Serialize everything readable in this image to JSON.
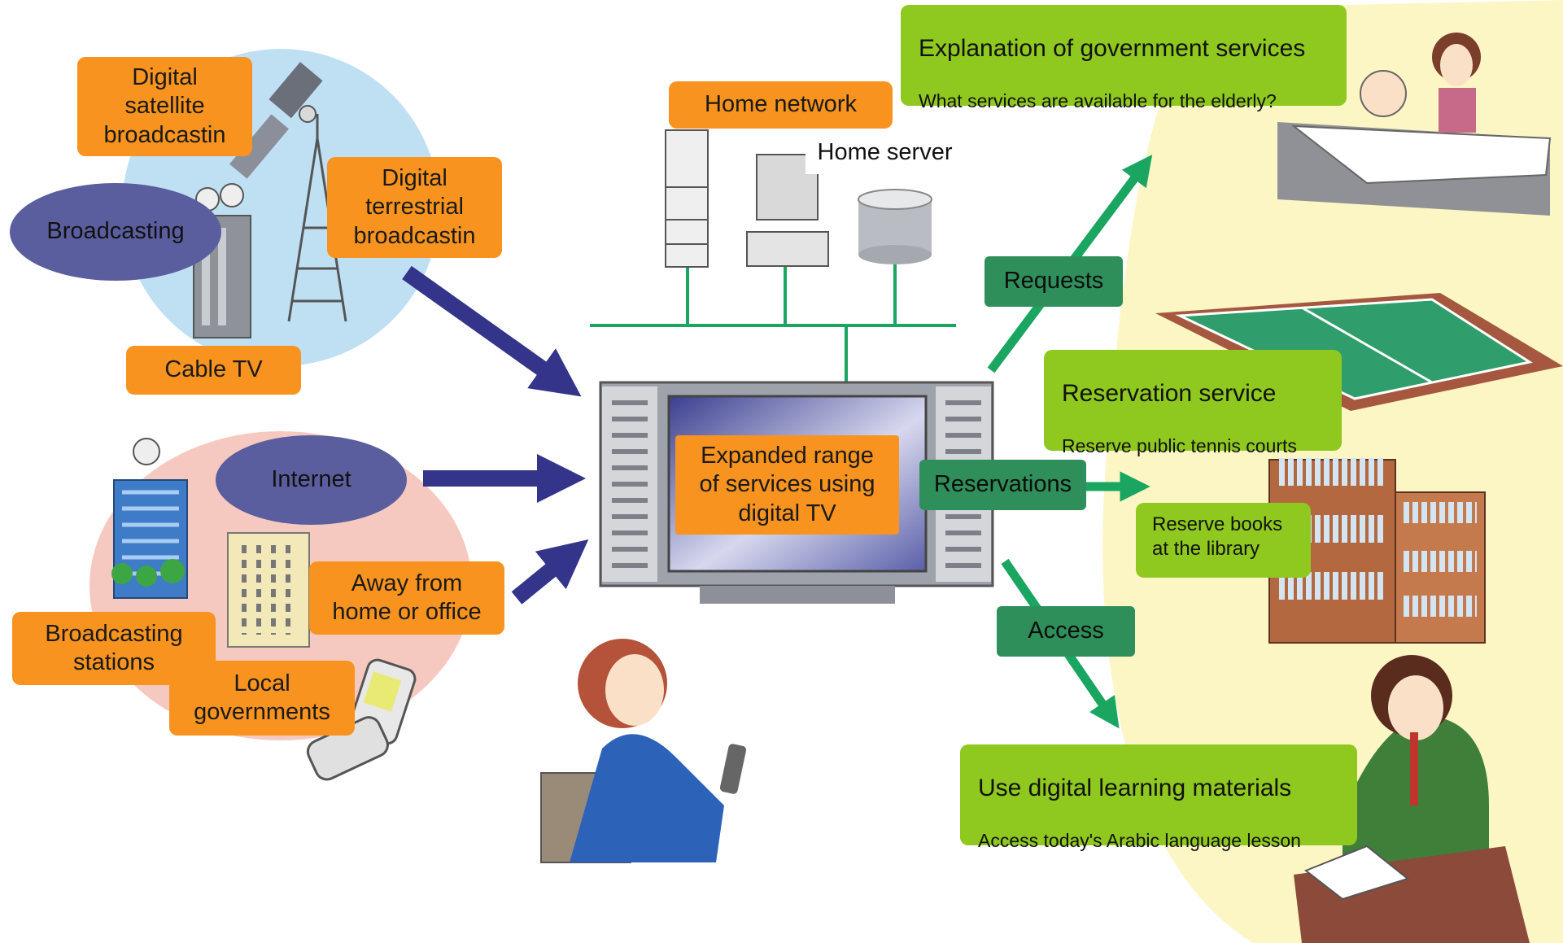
{
  "nodes": {
    "satellite": "Digital\nsatellite\nbroadcastin",
    "terrestrial": "Digital\nterrestrial\nbroadcastin",
    "broadcasting": "Broadcasting",
    "cable_tv": "Cable TV",
    "internet": "Internet",
    "away": "Away from\nhome or office",
    "broadcasting_stations": "Broadcasting\nstations",
    "local_governments": "Local\ngovernments",
    "home_network": "Home network",
    "home_server": "Home server",
    "tv_center": "Expanded range\nof services using\ndigital TV",
    "requests": "Requests",
    "reservations": "Reservations",
    "access": "Access"
  },
  "services": {
    "gov_title": "Explanation of government services",
    "gov_sub": "What services are available for the elderly?",
    "res_title": "Reservation service",
    "res_sub": "Reserve public tennis courts",
    "books": "Reserve  books\nat the library",
    "learn_title": "Use digital learning materials",
    "learn_sub": "Access today's Arabic language lesson"
  },
  "colors": {
    "orange_label": "#f7931e",
    "ellipse_label": "#5b5e9e",
    "action_label": "#2f8f5a",
    "service_label": "#8fc81f",
    "arrow_blue": "#34348a",
    "arrow_green": "#1aa561",
    "network_line": "#1aa561"
  }
}
